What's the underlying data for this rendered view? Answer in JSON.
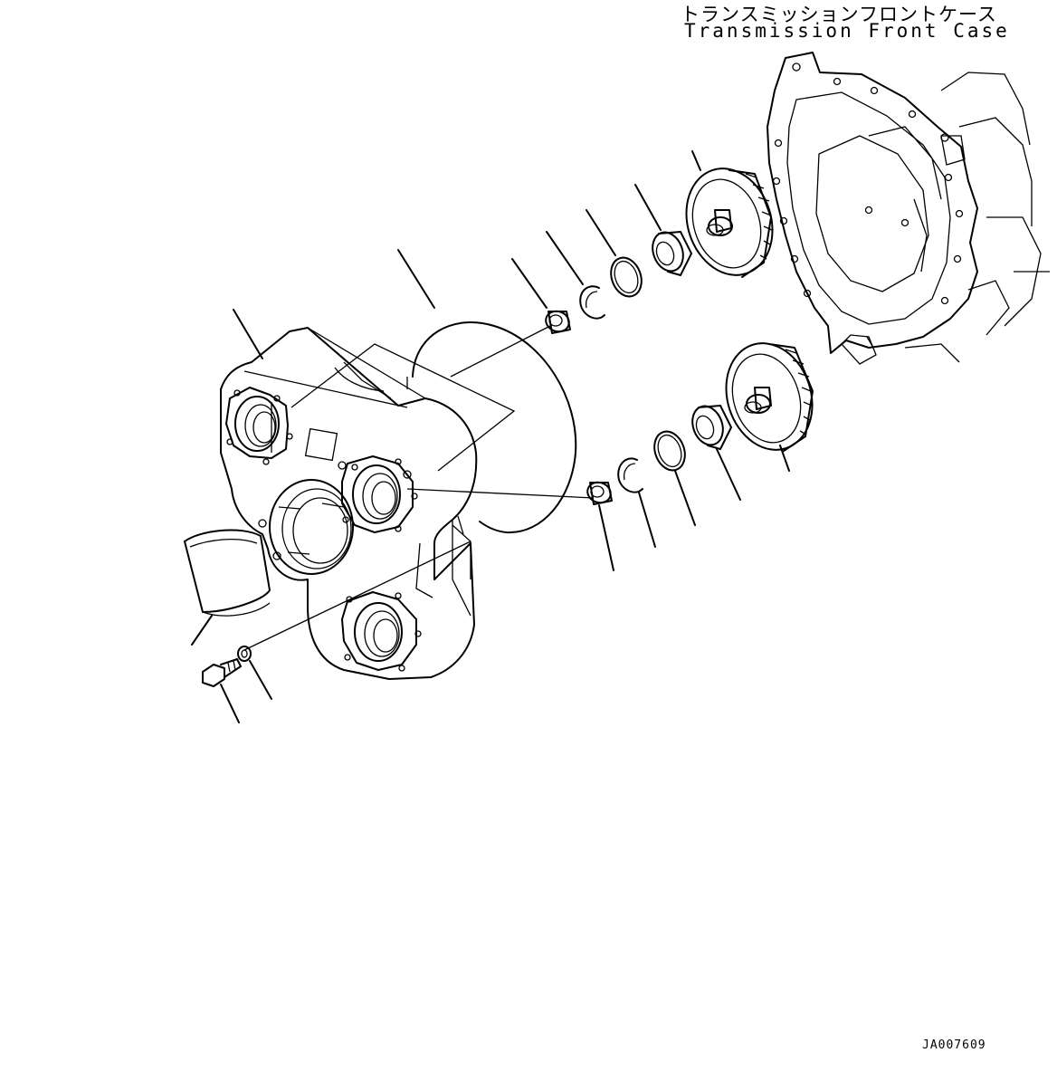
{
  "labels": {
    "title_jp": "トランスミッションフロントケース",
    "title_en": "Transmission Front Case",
    "drawing_code": "JA007609"
  },
  "colors": {
    "line": "#000000",
    "background": "#ffffff"
  }
}
